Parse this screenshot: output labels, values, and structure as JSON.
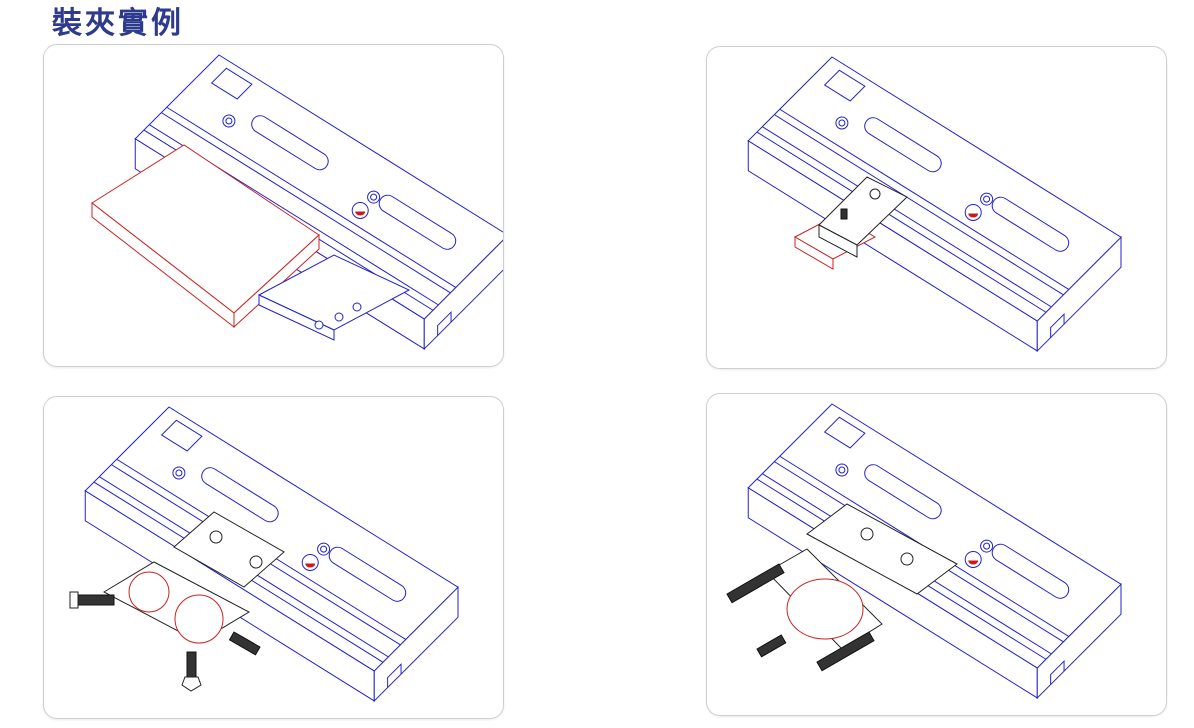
{
  "page": {
    "title": "裝夾實例"
  },
  "examples": [
    {
      "id": "example-1",
      "workpiece": "rectangular-plate"
    },
    {
      "id": "example-2",
      "workpiece": "small-block"
    },
    {
      "id": "example-3",
      "workpiece": "round-bars-in-clamp-frame"
    },
    {
      "id": "example-4",
      "workpiece": "cylinder-in-clamp-frame"
    }
  ],
  "colors": {
    "title": "#2e3a8c",
    "fixture_lines": "#2222cc",
    "workpiece_lines": "#cc2222",
    "clamp_lines": "#222222"
  }
}
